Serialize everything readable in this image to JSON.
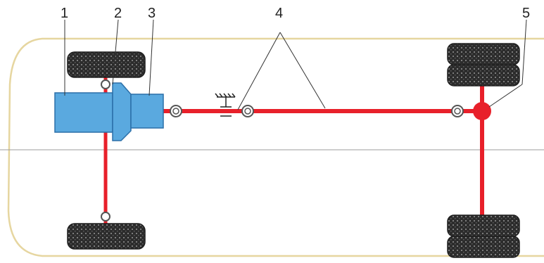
{
  "diagram": {
    "callouts": [
      {
        "id": "1",
        "label": "1"
      },
      {
        "id": "2",
        "label": "2"
      },
      {
        "id": "3",
        "label": "3"
      },
      {
        "id": "4",
        "label": "4"
      },
      {
        "id": "5",
        "label": "5"
      }
    ],
    "colors": {
      "body_outline": "#e8d9a6",
      "centerline": "#9a9a9a",
      "shaft": "#e8202a",
      "engine": "#5aa9df",
      "engine_border": "#2b6fa8",
      "tire": "#2a2a2a",
      "tire_tread": "#8a8a8a",
      "leader": "#333333"
    },
    "icons": {
      "tire": "tire-icon",
      "universal_joint": "universal-joint-icon",
      "intermediate_support": "support-bearing-icon"
    }
  }
}
